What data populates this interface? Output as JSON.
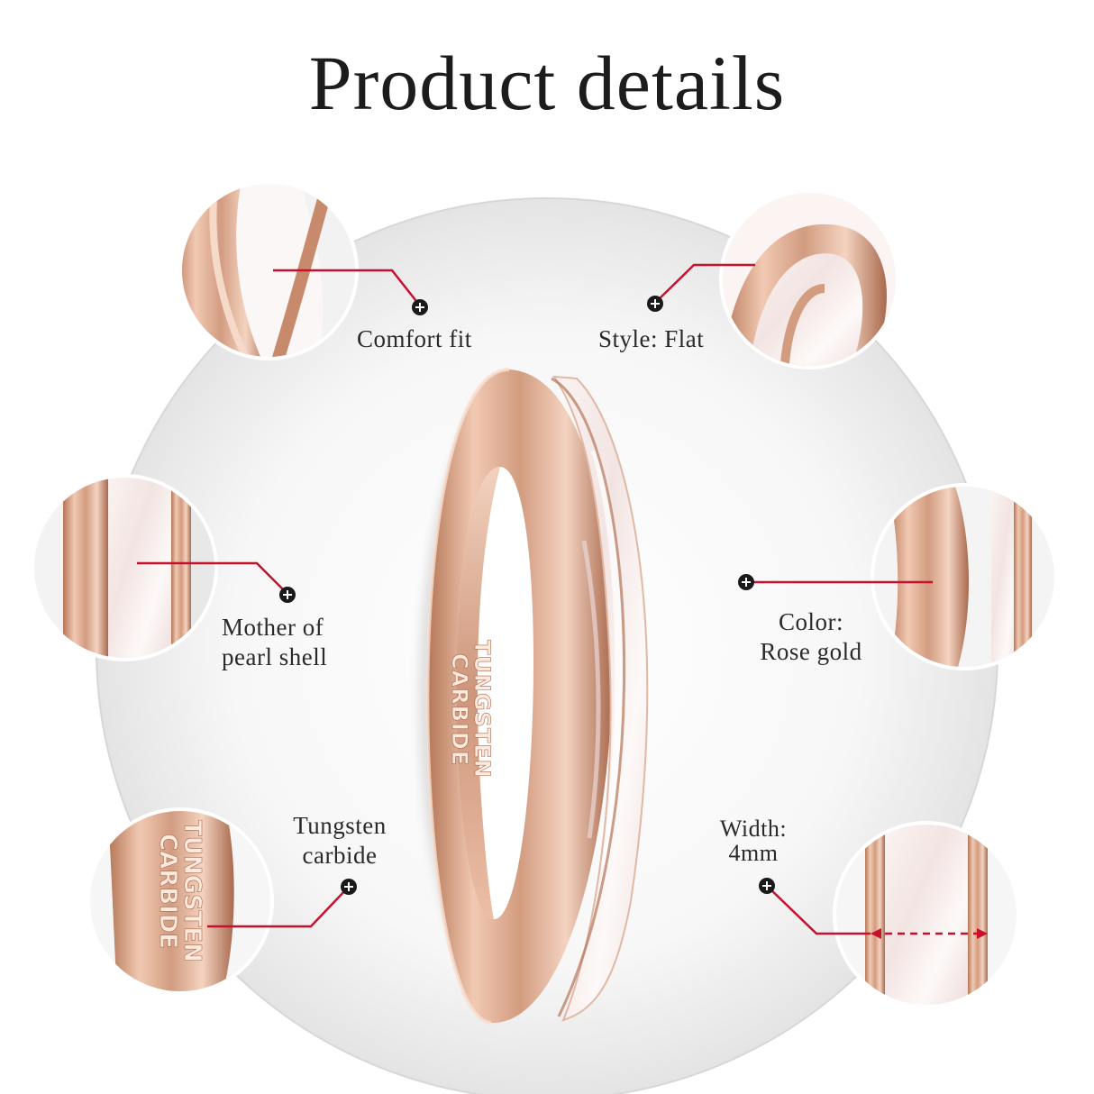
{
  "page": {
    "title": "Product details"
  },
  "colors": {
    "accent": "#c8102e",
    "rose_gold": "#d29c80",
    "rose_gold_dark": "#a86a4e",
    "pearl": "#f6ece9",
    "backdrop": "#e9e9e9"
  },
  "ring": {
    "engraving_line1": "TUNGSTEN",
    "engraving_line2": "CARBIDE"
  },
  "features": [
    {
      "id": "comfort-fit",
      "lines": [
        "Comfort fit"
      ]
    },
    {
      "id": "style",
      "lines": [
        "Style: Flat"
      ]
    },
    {
      "id": "mother-of-pearl",
      "lines": [
        "Mother of",
        "pearl shell"
      ]
    },
    {
      "id": "color",
      "lines": [
        "Color:",
        "Rose gold"
      ]
    },
    {
      "id": "material",
      "lines": [
        "Tungsten",
        "carbide"
      ]
    },
    {
      "id": "width",
      "lines": [
        "Width:",
        "4mm"
      ]
    }
  ],
  "detail_engraving": {
    "line1": "TUNGSTEN",
    "line2": "CARBIDE"
  },
  "icons": {
    "marker": "plus-circle-icon"
  }
}
